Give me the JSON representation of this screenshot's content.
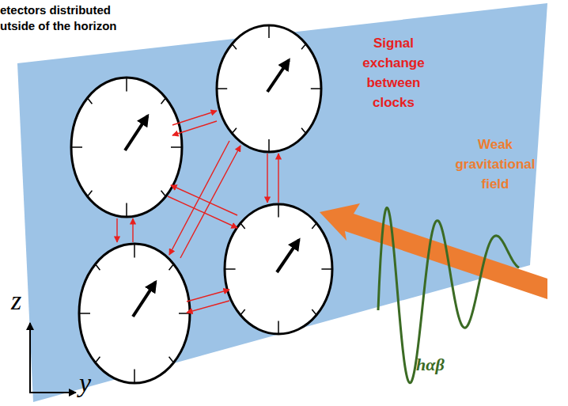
{
  "diagram": {
    "labels": [
      "etectors distributed utside of the horizon",
      "Signal exchange between clocks",
      "Weak gravitational field",
      "hαβ",
      "z",
      "y"
    ]
  }
}
